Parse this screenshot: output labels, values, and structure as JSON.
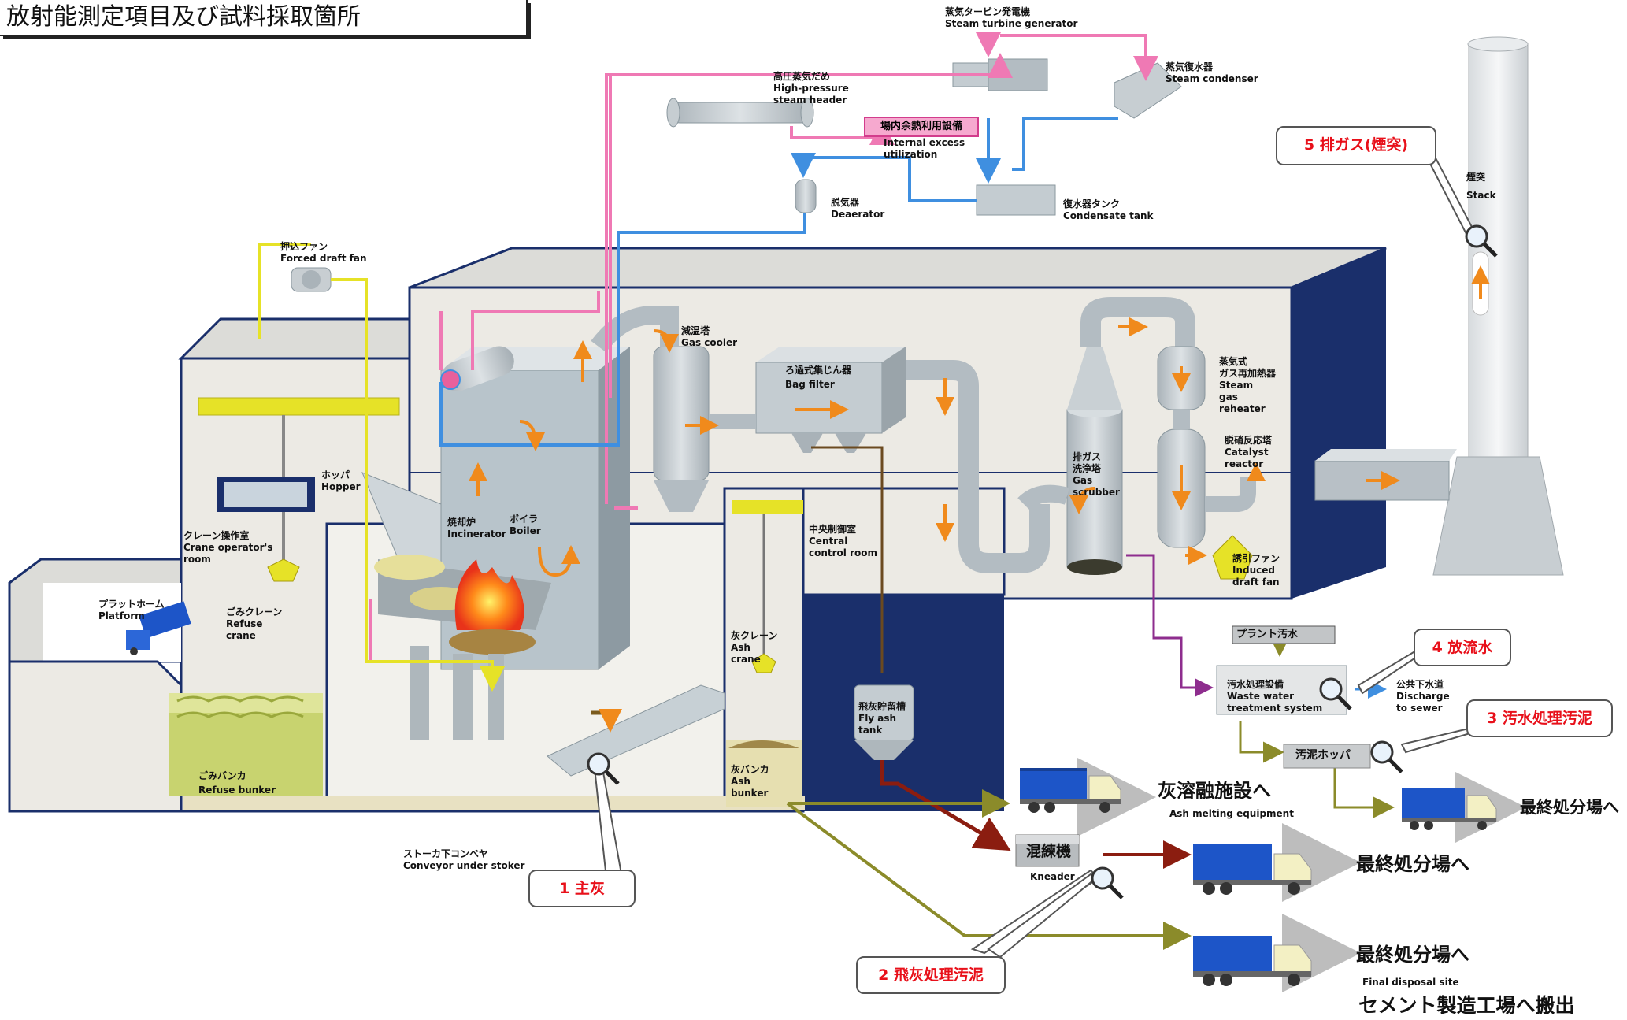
{
  "title": "放射能測定項目及び試料採取箇所",
  "labels": {
    "steam_turbine": {
      "jp": "蒸気タービン発電機",
      "en": "Steam turbine generator"
    },
    "steam_condenser": {
      "jp": "蒸気復水器",
      "en": "Steam condenser"
    },
    "hp_header": {
      "jp": "高圧蒸気だめ",
      "en1": "High-pressure",
      "en2": "steam header"
    },
    "internal_excess": {
      "jp": "場内余熱利用設備",
      "en1": "Internal excess",
      "en2": "utilization"
    },
    "deaerator": {
      "jp": "脱気器",
      "en": "Deaerator"
    },
    "condensate_tank": {
      "jp": "復水器タンク",
      "en": "Condensate tank"
    },
    "stack": {
      "jp": "煙突",
      "en": "Stack"
    },
    "forced_draft": {
      "jp": "押込ファン",
      "en": "Forced draft fan"
    },
    "gas_cooler": {
      "jp": "減温塔",
      "en": "Gas cooler"
    },
    "bag_filter": {
      "jp": "ろ過式集じん器",
      "en": "Bag filter"
    },
    "steam_reheater": {
      "jp1": "蒸気式",
      "jp2": "ガス再加熱器",
      "en1": "Steam",
      "en2": "gas",
      "en3": "reheater"
    },
    "catalyst": {
      "jp": "脱硝反応塔",
      "en1": "Catalyst",
      "en2": "reactor"
    },
    "scrubber": {
      "jp1": "排ガス",
      "jp2": "洗浄塔",
      "en1": "Gas",
      "en2": "scrubber"
    },
    "induced_draft": {
      "jp": "誘引ファン",
      "en1": "Induced",
      "en2": "draft fan"
    },
    "hopper": {
      "jp": "ホッパ",
      "en": "Hopper"
    },
    "crane_room": {
      "jp": "クレーン操作室",
      "en1": "Crane operator's",
      "en2": "room"
    },
    "incinerator": {
      "jp": "焼却炉",
      "en": "Incinerator"
    },
    "boiler": {
      "jp": "ボイラ",
      "en": "Boiler"
    },
    "central_control": {
      "jp": "中央制御室",
      "en1": "Central",
      "en2": "control room"
    },
    "platform": {
      "jp": "プラットホーム",
      "en": "Platform"
    },
    "refuse_crane": {
      "jp": "ごみクレーン",
      "en1": "Refuse",
      "en2": "crane"
    },
    "ash_crane": {
      "jp": "灰クレーン",
      "en1": "Ash",
      "en2": "crane"
    },
    "fly_ash_tank": {
      "jp": "飛灰貯留槽",
      "en1": "Fly ash",
      "en2": "tank"
    },
    "refuse_bunker": {
      "jp": "ごみバンカ",
      "en": "Refuse bunker"
    },
    "ash_bunker": {
      "jp": "灰バンカ",
      "en1": "Ash",
      "en2": "bunker"
    },
    "conveyor": {
      "jp": "ストーカ下コンベヤ",
      "en": "Conveyor under stoker"
    },
    "plant_wastewater": {
      "jp": "プラント汚水"
    },
    "wastewater_treatment": {
      "jp": "汚水処理設備",
      "en1": "Waste water",
      "en2": "treatment system"
    },
    "public_sewer": {
      "jp": "公共下水道",
      "en1": "Discharge",
      "en2": "to sewer"
    },
    "sludge_hopper": {
      "jp": "汚泥ホッパ"
    },
    "kneader": {
      "jp": "混練機",
      "en": "Kneader"
    },
    "ash_melting": {
      "jp": "灰溶融施設へ",
      "en": "Ash melting equipment"
    },
    "final_disposal_1": {
      "jp": "最終処分場へ"
    },
    "final_disposal_2": {
      "jp": "最終処分場へ"
    },
    "final_disposal_3": {
      "jp": "最終処分場へ"
    },
    "final_disposal_en": {
      "en": "Final disposal site"
    },
    "cement": {
      "jp": "セメント製造工場へ搬出"
    }
  },
  "callouts": {
    "c1": "1 主灰",
    "c2": "2 飛灰処理汚泥",
    "c3": "3 汚水処理汚泥",
    "c4": "4 放流水",
    "c5": "5 排ガス(煙突)"
  },
  "colors": {
    "building_outline": "#1a2f6b",
    "building_fill": "#e9e8e3",
    "equipment": "#c4ccd1",
    "steam_line": "#ef79b4",
    "water_line": "#3f8fe0",
    "air_line": "#e6e227",
    "gas_arrow": "#f08a1c",
    "ash_line": "#8b8b2a",
    "fly_ash_line": "#8b1d10",
    "wastewater_line": "#8e2d8e",
    "truck_body": "#1d55c8",
    "truck_cab": "#f3f0c4",
    "callout_text": "#e8101a"
  }
}
